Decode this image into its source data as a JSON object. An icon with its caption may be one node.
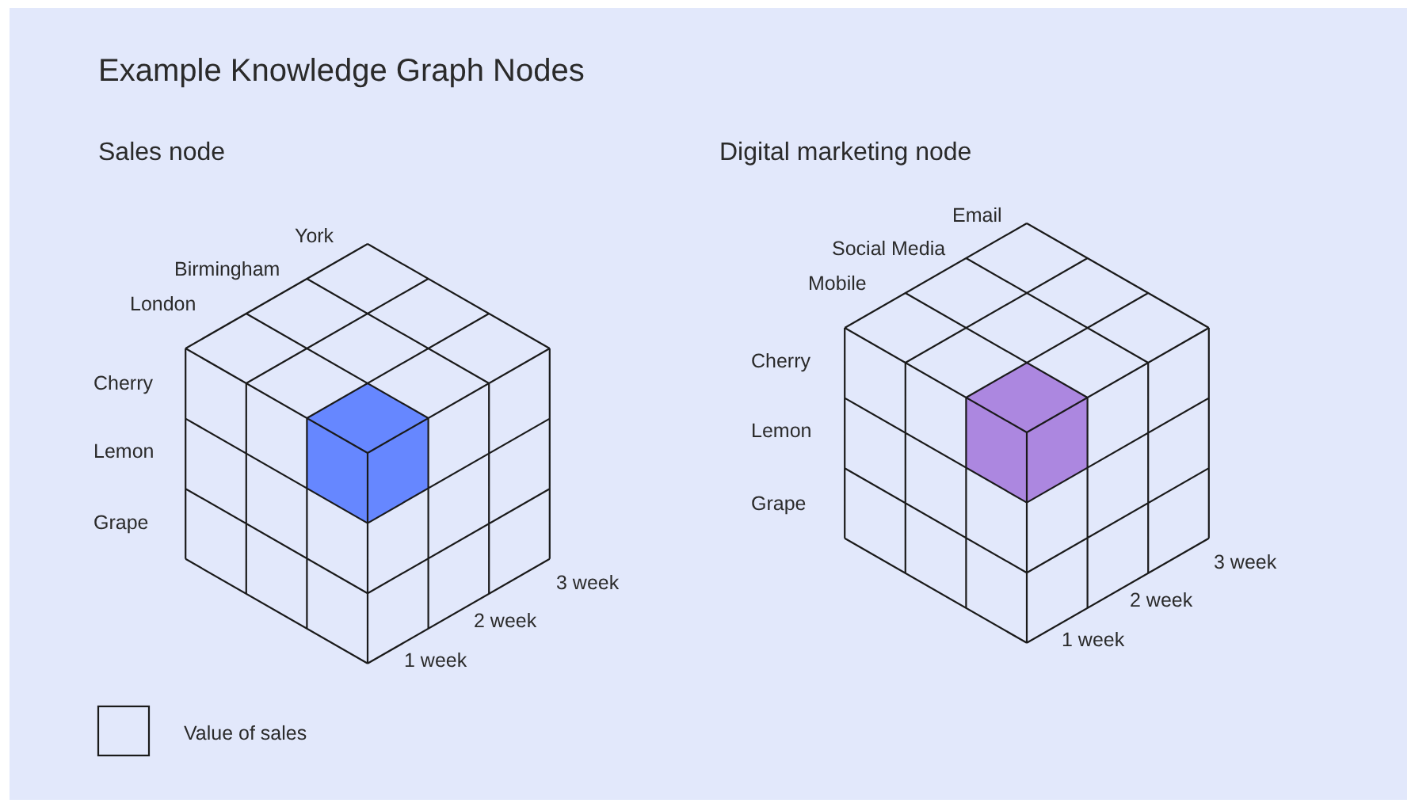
{
  "diagram": {
    "title": "Example Knowledge Graph Nodes",
    "labels": [
      "Sales node",
      "Digital marketing node",
      "York",
      "Birmingham",
      "London",
      "Cherry",
      "Lemon",
      "Grape",
      "3 week",
      "2 week",
      "1 week",
      "Email",
      "Social Media",
      "Mobile",
      "Cherry",
      "Lemon",
      "Grape",
      "3 week",
      "2 week",
      "1 week"
    ],
    "legend": [
      {
        "text": "Value of sales"
      }
    ]
  }
}
